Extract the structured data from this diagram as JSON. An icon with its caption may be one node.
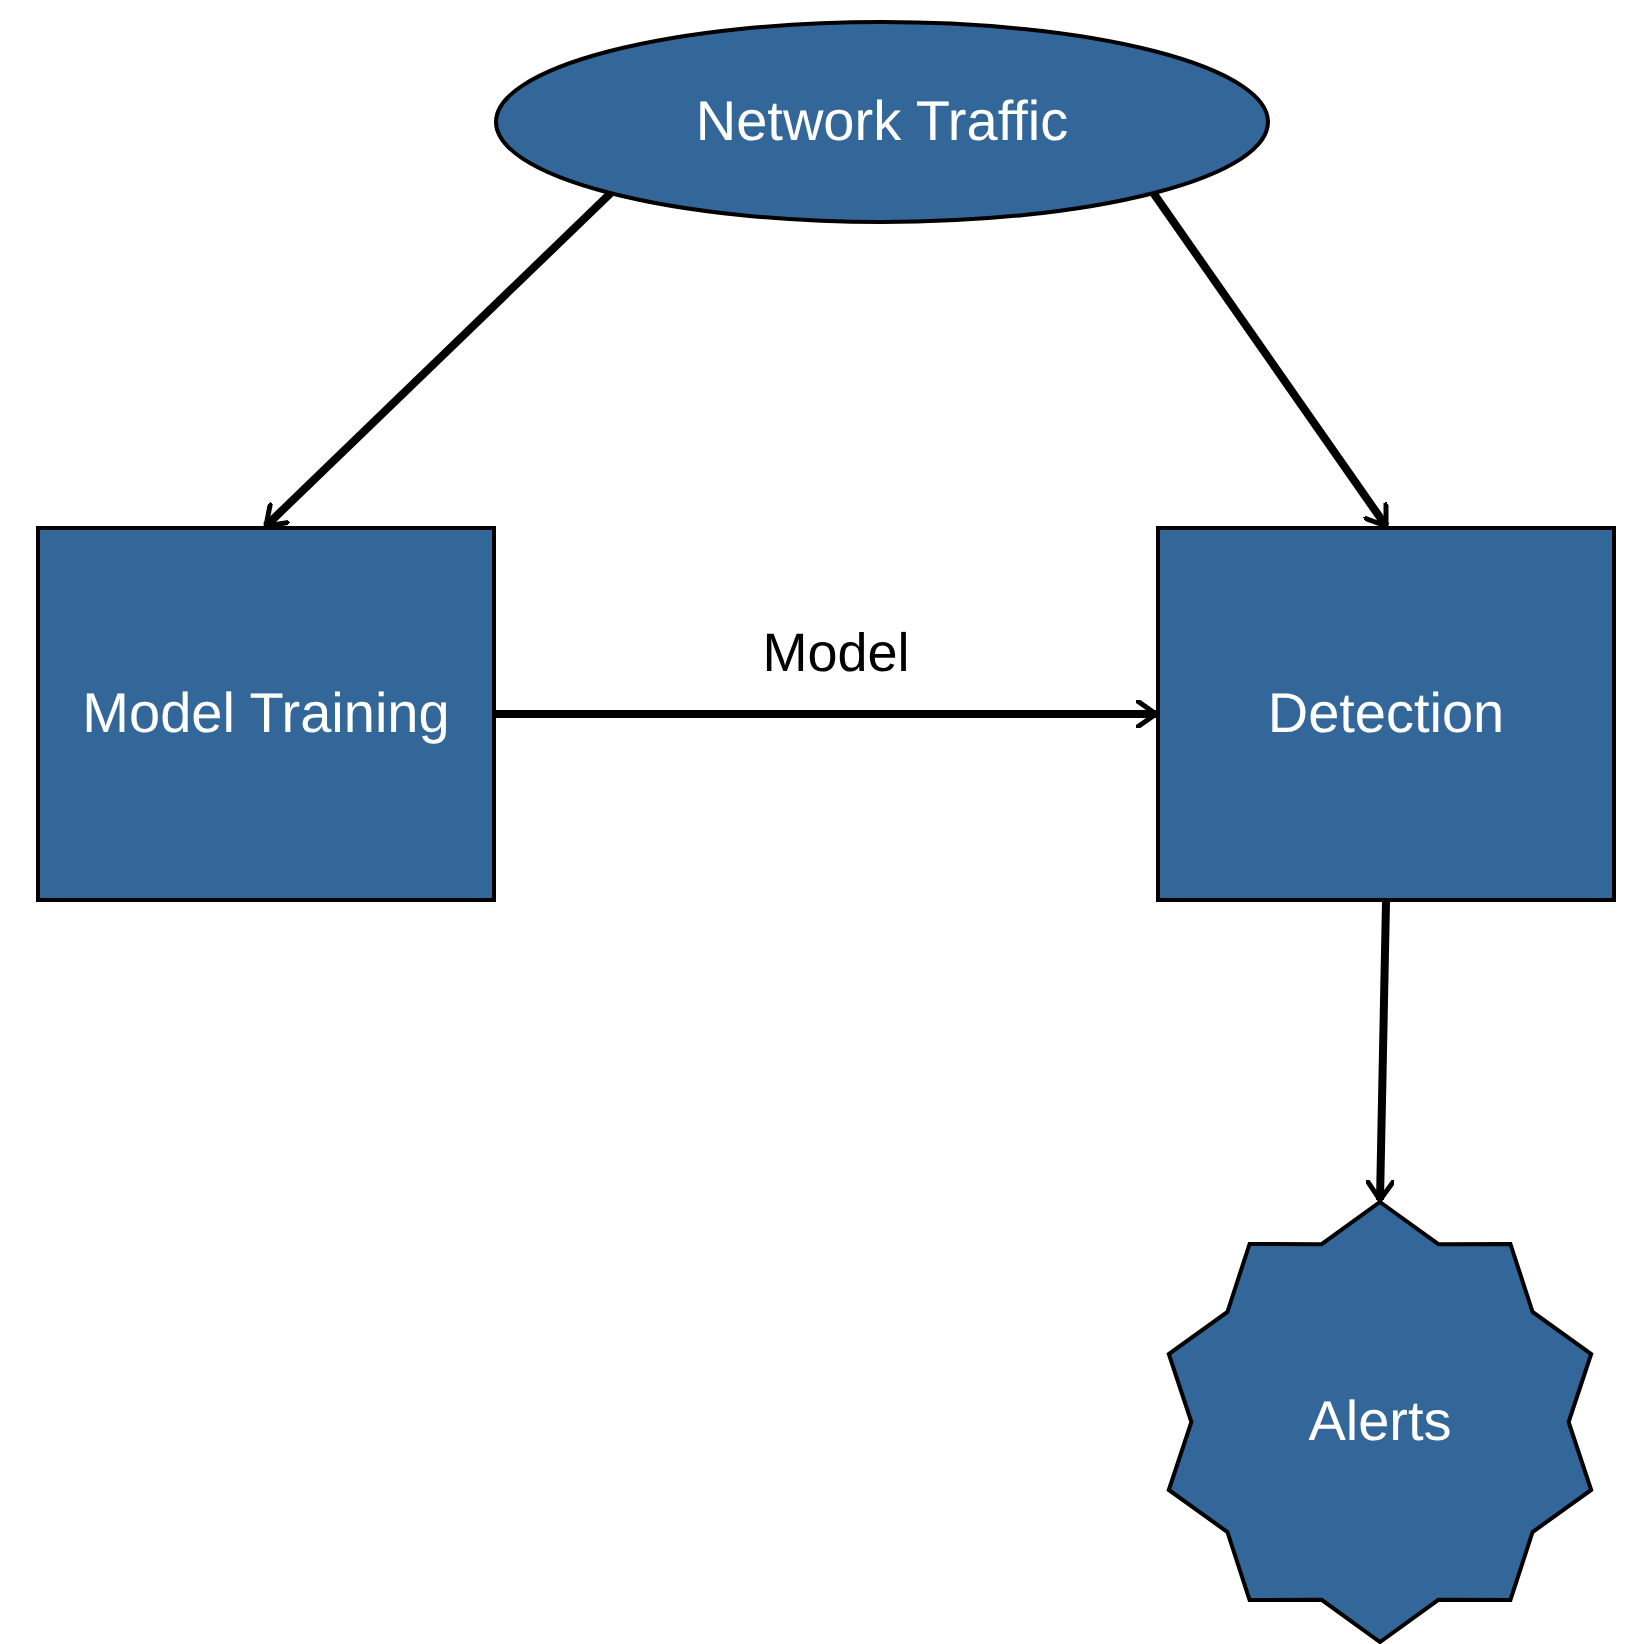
{
  "diagram": {
    "nodes": [
      {
        "text": [
          "Network Traffic"
        ]
      },
      {
        "text": [
          "Model Training"
        ]
      },
      {
        "text": [
          "Detection"
        ]
      },
      {
        "text": [
          "Alerts"
        ]
      }
    ],
    "edges": [
      {
        "from": 0,
        "to": 1,
        "arrow": "to"
      },
      {
        "from": 0,
        "to": 2,
        "arrow": "to"
      },
      {
        "from": 1,
        "to": 2,
        "arrow": "to",
        "label": "Model"
      },
      {
        "from": 2,
        "to": 3,
        "arrow": "to"
      }
    ]
  }
}
